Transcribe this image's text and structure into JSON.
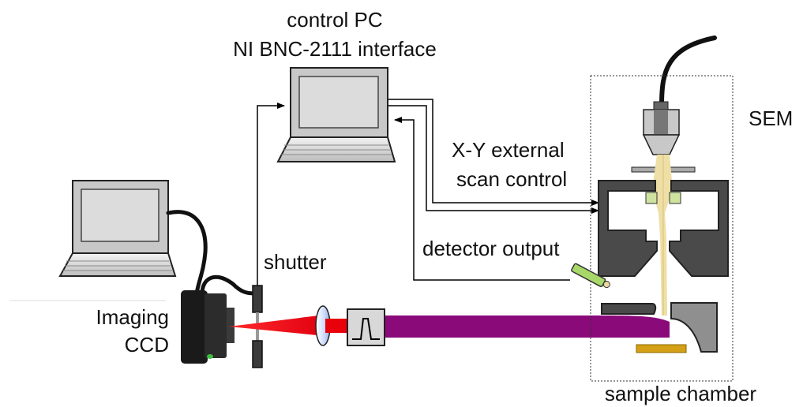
{
  "labels": {
    "control_pc_line1": "control PC",
    "control_pc_line2": "NI BNC-2111 interface",
    "sem": "SEM",
    "xy_line1": "X-Y external",
    "xy_line2": "scan control",
    "detector_output": "detector output",
    "shutter": "shutter",
    "imaging_line1": "Imaging",
    "imaging_line2": "CCD",
    "sample_chamber": "sample chamber"
  },
  "colors": {
    "monitor_gray": "#c8c8c8",
    "dark_gray": "#4a4a4a",
    "laser_red": "#e8000a",
    "fiber_purple": "#8a0a7a",
    "electron_beam": "#eedfa6",
    "sample": "#d4a017",
    "lens_blue": "#cfdcff",
    "detector_green": "#a9d86a"
  }
}
